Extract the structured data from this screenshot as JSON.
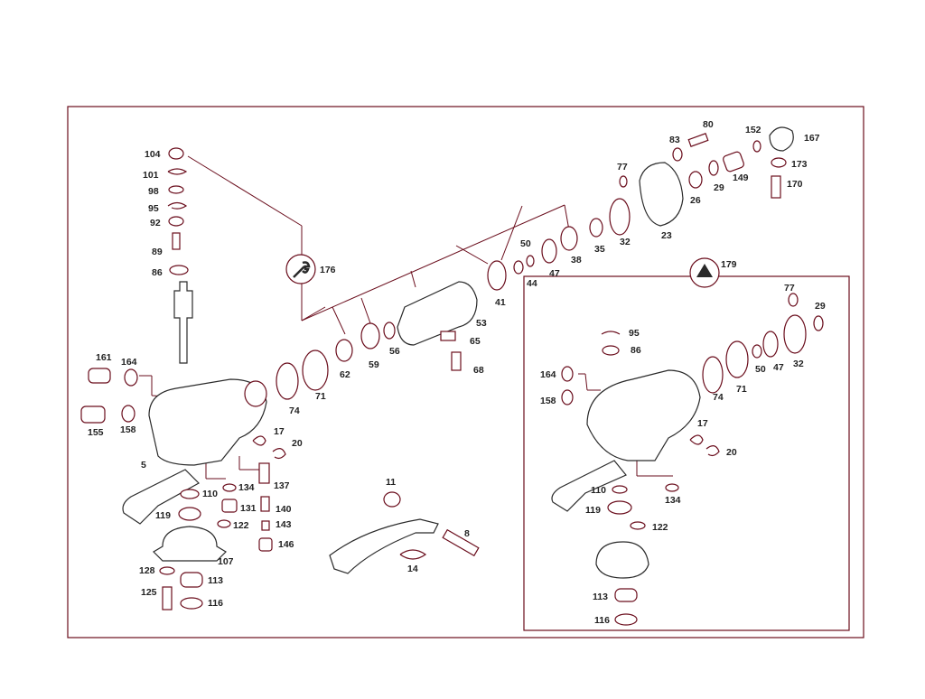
{
  "callouts": [
    {
      "id": "c104",
      "label": "104"
    },
    {
      "id": "c101",
      "label": "101"
    },
    {
      "id": "c98",
      "label": "98"
    },
    {
      "id": "c95a",
      "label": "95"
    },
    {
      "id": "c92",
      "label": "92"
    },
    {
      "id": "c89",
      "label": "89"
    },
    {
      "id": "c86a",
      "label": "86"
    },
    {
      "id": "c161",
      "label": "161"
    },
    {
      "id": "c164a",
      "label": "164"
    },
    {
      "id": "c155",
      "label": "155"
    },
    {
      "id": "c158a",
      "label": "158"
    },
    {
      "id": "c5",
      "label": "5"
    },
    {
      "id": "c110a",
      "label": "110"
    },
    {
      "id": "c134a",
      "label": "134"
    },
    {
      "id": "c137",
      "label": "137"
    },
    {
      "id": "c119a",
      "label": "119"
    },
    {
      "id": "c131",
      "label": "131"
    },
    {
      "id": "c140",
      "label": "140"
    },
    {
      "id": "c122a",
      "label": "122"
    },
    {
      "id": "c143",
      "label": "143"
    },
    {
      "id": "c146",
      "label": "146"
    },
    {
      "id": "c107",
      "label": "107"
    },
    {
      "id": "c128",
      "label": "128"
    },
    {
      "id": "c113a",
      "label": "113"
    },
    {
      "id": "c125",
      "label": "125"
    },
    {
      "id": "c116a",
      "label": "116"
    },
    {
      "id": "c74a",
      "label": "74"
    },
    {
      "id": "c71a",
      "label": "71"
    },
    {
      "id": "c62",
      "label": "62"
    },
    {
      "id": "c59",
      "label": "59"
    },
    {
      "id": "c56",
      "label": "56"
    },
    {
      "id": "c17a",
      "label": "17"
    },
    {
      "id": "c20a",
      "label": "20"
    },
    {
      "id": "c176",
      "label": "176"
    },
    {
      "id": "c53",
      "label": "53"
    },
    {
      "id": "c65",
      "label": "65"
    },
    {
      "id": "c68",
      "label": "68"
    },
    {
      "id": "c41",
      "label": "41"
    },
    {
      "id": "c50a",
      "label": "50"
    },
    {
      "id": "c44",
      "label": "44"
    },
    {
      "id": "c47a",
      "label": "47"
    },
    {
      "id": "c38",
      "label": "38"
    },
    {
      "id": "c35",
      "label": "35"
    },
    {
      "id": "c32a",
      "label": "32"
    },
    {
      "id": "c23",
      "label": "23"
    },
    {
      "id": "c77a",
      "label": "77"
    },
    {
      "id": "c83",
      "label": "83"
    },
    {
      "id": "c80",
      "label": "80"
    },
    {
      "id": "c26",
      "label": "26"
    },
    {
      "id": "c29a",
      "label": "29"
    },
    {
      "id": "c149",
      "label": "149"
    },
    {
      "id": "c152",
      "label": "152"
    },
    {
      "id": "c167",
      "label": "167"
    },
    {
      "id": "c173",
      "label": "173"
    },
    {
      "id": "c170",
      "label": "170"
    },
    {
      "id": "c11",
      "label": "11"
    },
    {
      "id": "c8",
      "label": "8"
    },
    {
      "id": "c14",
      "label": "14"
    },
    {
      "id": "c179",
      "label": "179"
    },
    {
      "id": "c77b",
      "label": "77"
    },
    {
      "id": "c29b",
      "label": "29"
    },
    {
      "id": "c95b",
      "label": "95"
    },
    {
      "id": "c86b",
      "label": "86"
    },
    {
      "id": "c164b",
      "label": "164"
    },
    {
      "id": "c158b",
      "label": "158"
    },
    {
      "id": "c74b",
      "label": "74"
    },
    {
      "id": "c71b",
      "label": "71"
    },
    {
      "id": "c50b",
      "label": "50"
    },
    {
      "id": "c47b",
      "label": "47"
    },
    {
      "id": "c32b",
      "label": "32"
    },
    {
      "id": "c17b",
      "label": "17"
    },
    {
      "id": "c20b",
      "label": "20"
    },
    {
      "id": "c110b",
      "label": "110"
    },
    {
      "id": "c134b",
      "label": "134"
    },
    {
      "id": "c119b",
      "label": "119"
    },
    {
      "id": "c122b",
      "label": "122"
    },
    {
      "id": "c113b",
      "label": "113"
    },
    {
      "id": "c116b",
      "label": "116"
    }
  ],
  "colors": {
    "line": "#6a0d1c",
    "text": "#222222",
    "dark": "#2a2a2a"
  },
  "icons": {
    "tool_symbol": "wrench-icon",
    "kit_symbol": "repair-kit-icon"
  }
}
